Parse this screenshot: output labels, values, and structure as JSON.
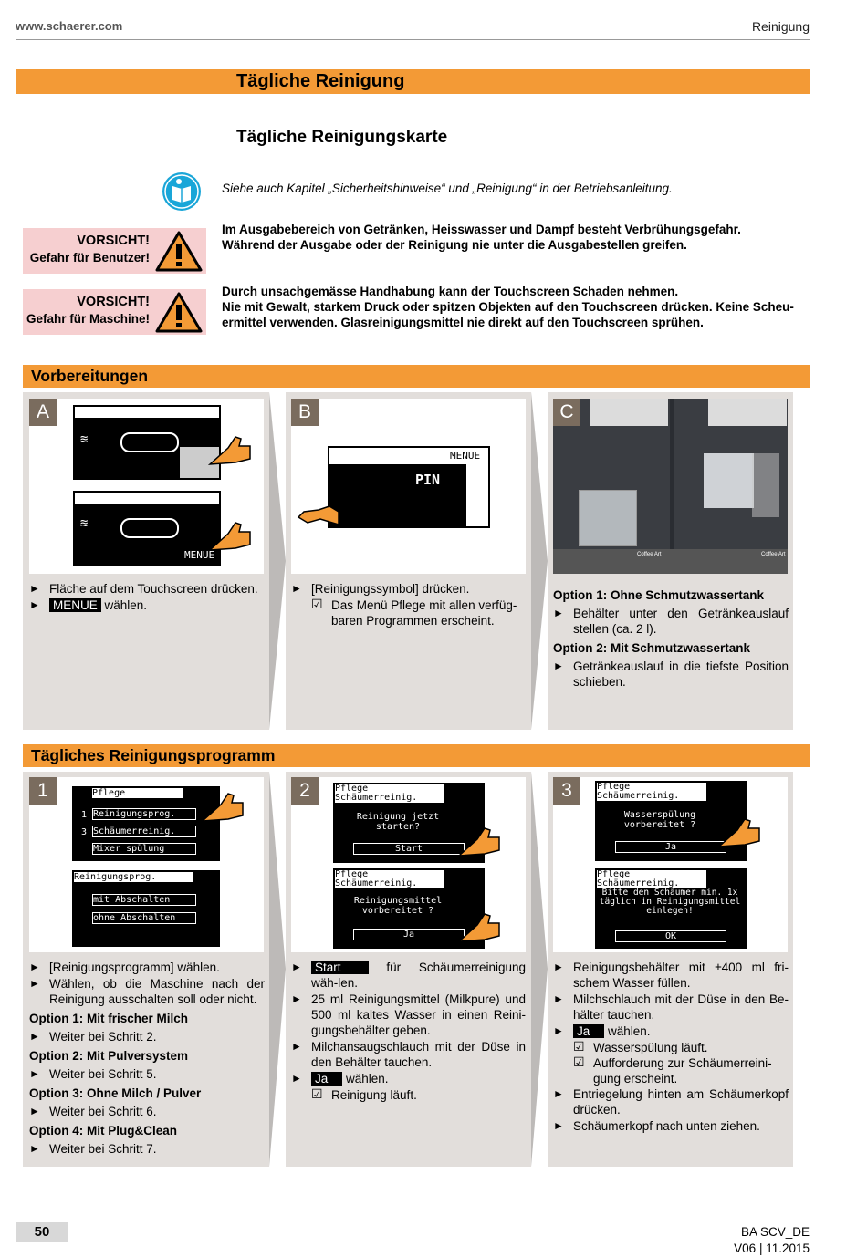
{
  "header": {
    "website": "www.schaerer.com",
    "section": "Reinigung"
  },
  "title": "Tägliche Reinigung",
  "subtitle": "Tägliche Reinigungskarte",
  "see_also": "Siehe auch Kapitel „Sicherheitshinweise“ und „Reinigung“ in der Betriebsanleitung.",
  "warnings": [
    {
      "label": "VORSICHT!",
      "sub": "Gefahr für Benutzer!",
      "lines": [
        "Im Ausgabebereich von Getränken, Heisswasser und Dampf besteht Verbrühungsgefahr.",
        "Während der Ausgabe oder der Reinigung nie unter die Ausgabestellen greifen."
      ]
    },
    {
      "label": "VORSICHT!",
      "sub": "Gefahr für Maschine!",
      "lines": [
        "Durch unsachgemässe Handhabung kann der Touchscreen Schaden nehmen.",
        "Nie mit Gewalt, starkem Druck oder spitzen Objekten auf den Touchscreen drücken. Keine Scheu-",
        "ermittel verwenden. Glasreinigungsmittel nie direkt auf den Touchscreen sprühen."
      ]
    }
  ],
  "sections": {
    "prep": "Vorbereitungen",
    "daily": "Tägliches Reinigungsprogramm"
  },
  "prep": {
    "A": {
      "badge": "A",
      "b1": "Fläche auf dem Touchscreen drücken.",
      "b2_inv": "MENUE",
      "b2": "wählen.",
      "lcd_menue": "MENUE"
    },
    "B": {
      "badge": "B",
      "b1": "[Reinigungssymbol] drücken.",
      "c1": "Das Menü Pflege mit allen verfüg-baren Programmen erscheint.",
      "lcd_menue": "MENUE",
      "lcd_pin": "PIN"
    },
    "C": {
      "badge": "C",
      "opt1": "Option 1: Ohne Schmutzwassertank",
      "b1": "Behälter unter den Getränkeauslauf stellen (ca. 2 l).",
      "opt2": "Option 2: Mit Schmutzwassertank",
      "b2": "Getränkeauslauf in die tiefste Position schieben.",
      "brand1": "Coffee Art",
      "brand2": "Coffee Art"
    }
  },
  "daily": {
    "s1": {
      "badge": "1",
      "lcd1_title": "Pflege",
      "lcd1_r1": "Reinigungsprog.",
      "lcd1_r2": "Schäumerreinig.",
      "lcd1_r3": "Mixer spülung",
      "lcd1_n1": "1",
      "lcd1_n2": "3",
      "lcd2_title": "Reinigungsprog.",
      "lcd2_b1": "mit Abschalten",
      "lcd2_b2": "ohne Abschalten",
      "b1": "[Reinigungsprogramm] wählen.",
      "b2": "Wählen, ob die Maschine nach der Reinigung ausschalten soll oder nicht.",
      "o1": "Option 1: Mit frischer Milch",
      "o1b": "Weiter bei Schritt 2.",
      "o2": "Option 2: Mit Pulversystem",
      "o2b": "Weiter bei Schritt 5.",
      "o3": "Option 3: Ohne Milch / Pulver",
      "o3b": "Weiter bei Schritt 6.",
      "o4": "Option 4: Mit Plug&Clean",
      "o4b": "Weiter bei Schritt 7."
    },
    "s2": {
      "badge": "2",
      "lcd1_t1": "Pflege",
      "lcd1_t2": "Schäumerreinig.",
      "lcd1_q": "Reinigung jetzt starten?",
      "lcd1_btn": "Start",
      "lcd2_t1": "Pflege",
      "lcd2_t2": "Schäumerreinig.",
      "lcd2_q": "Reinigungsmittel vorbereitet ?",
      "lcd2_btn": "Ja",
      "b1_inv": "Start",
      "b1": "für Schäumerreinigung wäh-len.",
      "b2": "25 ml Reinigungsmittel (Milkpure) und 500 ml kaltes Wasser in einen Reini-gungsbehälter geben.",
      "b3": "Milchansaugschlauch mit der Düse in den Behälter tauchen.",
      "b4_inv": "Ja",
      "b4": "wählen.",
      "c1": "Reinigung läuft."
    },
    "s3": {
      "badge": "3",
      "lcd1_t1": "Pflege",
      "lcd1_t2": "Schäumerreinig.",
      "lcd1_q": "Wasserspülung vorbereitet ?",
      "lcd1_btn": "Ja",
      "lcd2_t1": "Pflege",
      "lcd2_t2": "Schäumerreinig.",
      "lcd2_q": "Bitte den Schäumer min. 1x täglich in Reinigungsmittel einlegen!",
      "lcd2_btn": "OK",
      "b1": "Reinigungsbehälter mit ±400 ml fri-schem Wasser füllen.",
      "b2": "Milchschlauch mit der Düse in den Be-hälter tauchen.",
      "b3_inv": "Ja",
      "b3": "wählen.",
      "c1": "Wasserspülung läuft.",
      "c2": "Aufforderung zur Schäumerreini-gung erscheint.",
      "b4": "Entriegelung hinten am Schäumerkopf drücken.",
      "b5": "Schäumerkopf nach unten ziehen."
    }
  },
  "footer": {
    "page": "50",
    "doc": "BA SCV_DE",
    "version": "V06 | 11.2015"
  },
  "colors": {
    "orange": "#f39a36",
    "panel": "#e2dedb",
    "warn_bg": "#f6cfd0",
    "badge": "#7a6c5e"
  }
}
